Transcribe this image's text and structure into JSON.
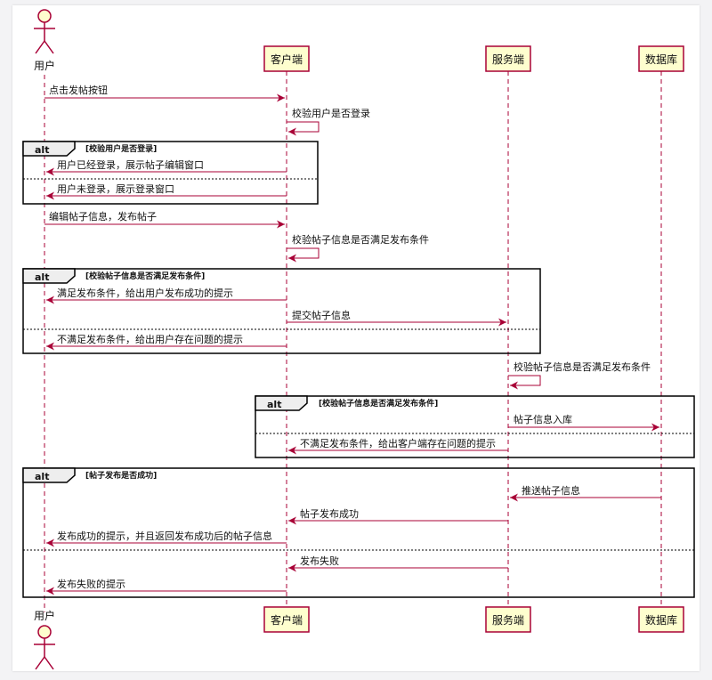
{
  "participants": {
    "user": "用户",
    "client": "客户端",
    "server": "服务端",
    "db": "数据库"
  },
  "messages": {
    "m1": "点击发帖按钮",
    "m2": "校验用户是否登录",
    "m3": "用户已经登录，展示帖子编辑窗口",
    "m4": "用户未登录，展示登录窗口",
    "m5": "编辑帖子信息，发布帖子",
    "m6": "校验帖子信息是否满足发布条件",
    "m7": "满足发布条件，给出用户发布成功的提示",
    "m8": "提交帖子信息",
    "m9": "不满足发布条件，给出用户存在问题的提示",
    "m10": "校验帖子信息是否满足发布条件",
    "m11": "帖子信息入库",
    "m12": "不满足发布条件，给出客户端存在问题的提示",
    "m13": "推送帖子信息",
    "m14": "帖子发布成功",
    "m15": "发布成功的提示，并且返回发布成功后的帖子信息",
    "m16": "发布失败",
    "m17": "发布失败的提示"
  },
  "fragments": {
    "f1": {
      "op": "alt",
      "cond": "[校验用户是否登录]"
    },
    "f2": {
      "op": "alt",
      "cond": "[校验帖子信息是否满足发布条件]"
    },
    "f3": {
      "op": "alt",
      "cond": "[校验帖子信息是否满足发布条件]"
    },
    "f4": {
      "op": "alt",
      "cond": "[帖子发布是否成功]"
    }
  },
  "colors": {
    "arrow": "#A80036",
    "lifeline": "#A80036",
    "participant_fill": "#FEFECE",
    "participant_border": "#A80036",
    "fragment_border": "#000000"
  }
}
